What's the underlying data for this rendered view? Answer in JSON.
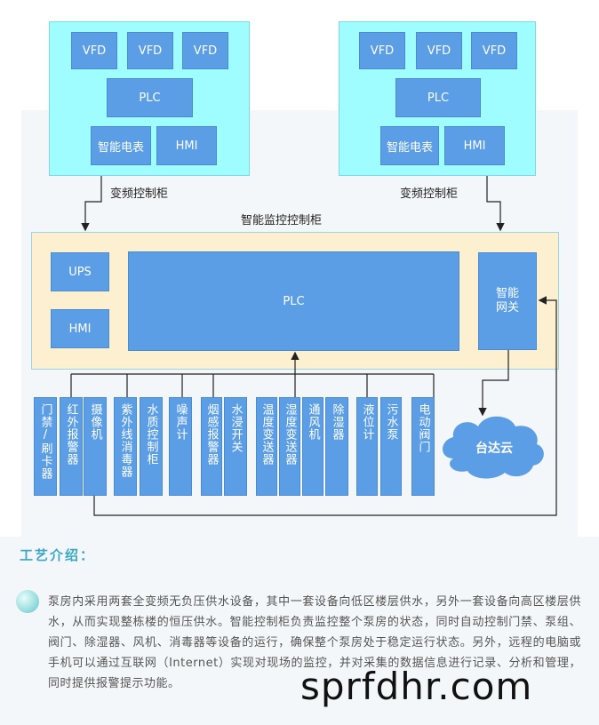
{
  "left_cabinet": {
    "vfd1": "VFD",
    "vfd2": "VFD",
    "vfd3": "VFD",
    "plc": "PLC",
    "meter": "智能电表",
    "hmi": "HMI",
    "label": "变频控制柜"
  },
  "right_cabinet": {
    "vfd1": "VFD",
    "vfd2": "VFD",
    "vfd3": "VFD",
    "plc": "PLC",
    "meter": "智能电表",
    "hmi": "HMI",
    "label": "变频控制柜"
  },
  "main_cabinet": {
    "label": "智能监控控制柜",
    "ups": "UPS",
    "hmi": "HMI",
    "plc": "PLC",
    "gateway": "智能网关"
  },
  "devices": [
    "门禁/刷卡器",
    "红外报警器",
    "摄像机",
    "紫外线消毒器",
    "水质控制柜",
    "噪声计",
    "烟感报警器",
    "水浸开关",
    "温度变送器",
    "湿度变送器",
    "通风机",
    "除湿器",
    "液位计",
    "污水泵",
    "电动阀门"
  ],
  "cloud": {
    "label": "台达云",
    "color": "#5b9ee6"
  },
  "colors": {
    "cabinet": "#9ffcff",
    "box": "#5b9ee6",
    "main": "#fdf0d0",
    "heading": "#3aa7c8"
  },
  "section": {
    "heading": "工艺介绍：",
    "paragraph": "泵房内采用两套全变频无负压供水设备，其中一套设备向低区楼层供水，另外一套设备向高区楼层供水，从而实现整栋楼的恒压供水。智能控制柜负责监控整个泵房的状态，同时自动控制门禁、泵组、阀门、除湿器、风机、消毒器等设备的运行，确保整个泵房处于稳定运行状态。另外，远程的电脑或手机可以通过互联网（Internet）实现对现场的监控，并对采集的数据信息进行记录、分析和管理，同时提供报警提示功能。"
  },
  "watermark": "sprfdhr.com"
}
